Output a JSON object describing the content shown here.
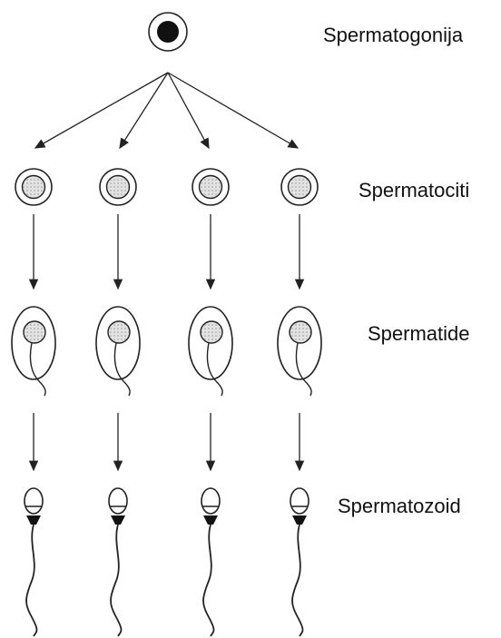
{
  "stages": [
    {
      "id": "spermatogonia",
      "label": "Spermatogonija",
      "count": 1
    },
    {
      "id": "spermatocytes",
      "label": "Spermatociti",
      "count": 4
    },
    {
      "id": "spermatids",
      "label": "Spermatide",
      "count": 4
    },
    {
      "id": "spermatozoa",
      "label": "Spermatozoid",
      "count": 4
    }
  ],
  "colors": {
    "stroke": "#222222",
    "nucleus_fill": "#111111",
    "inner_fill": "#d9d9d9",
    "background": "#ffffff"
  }
}
